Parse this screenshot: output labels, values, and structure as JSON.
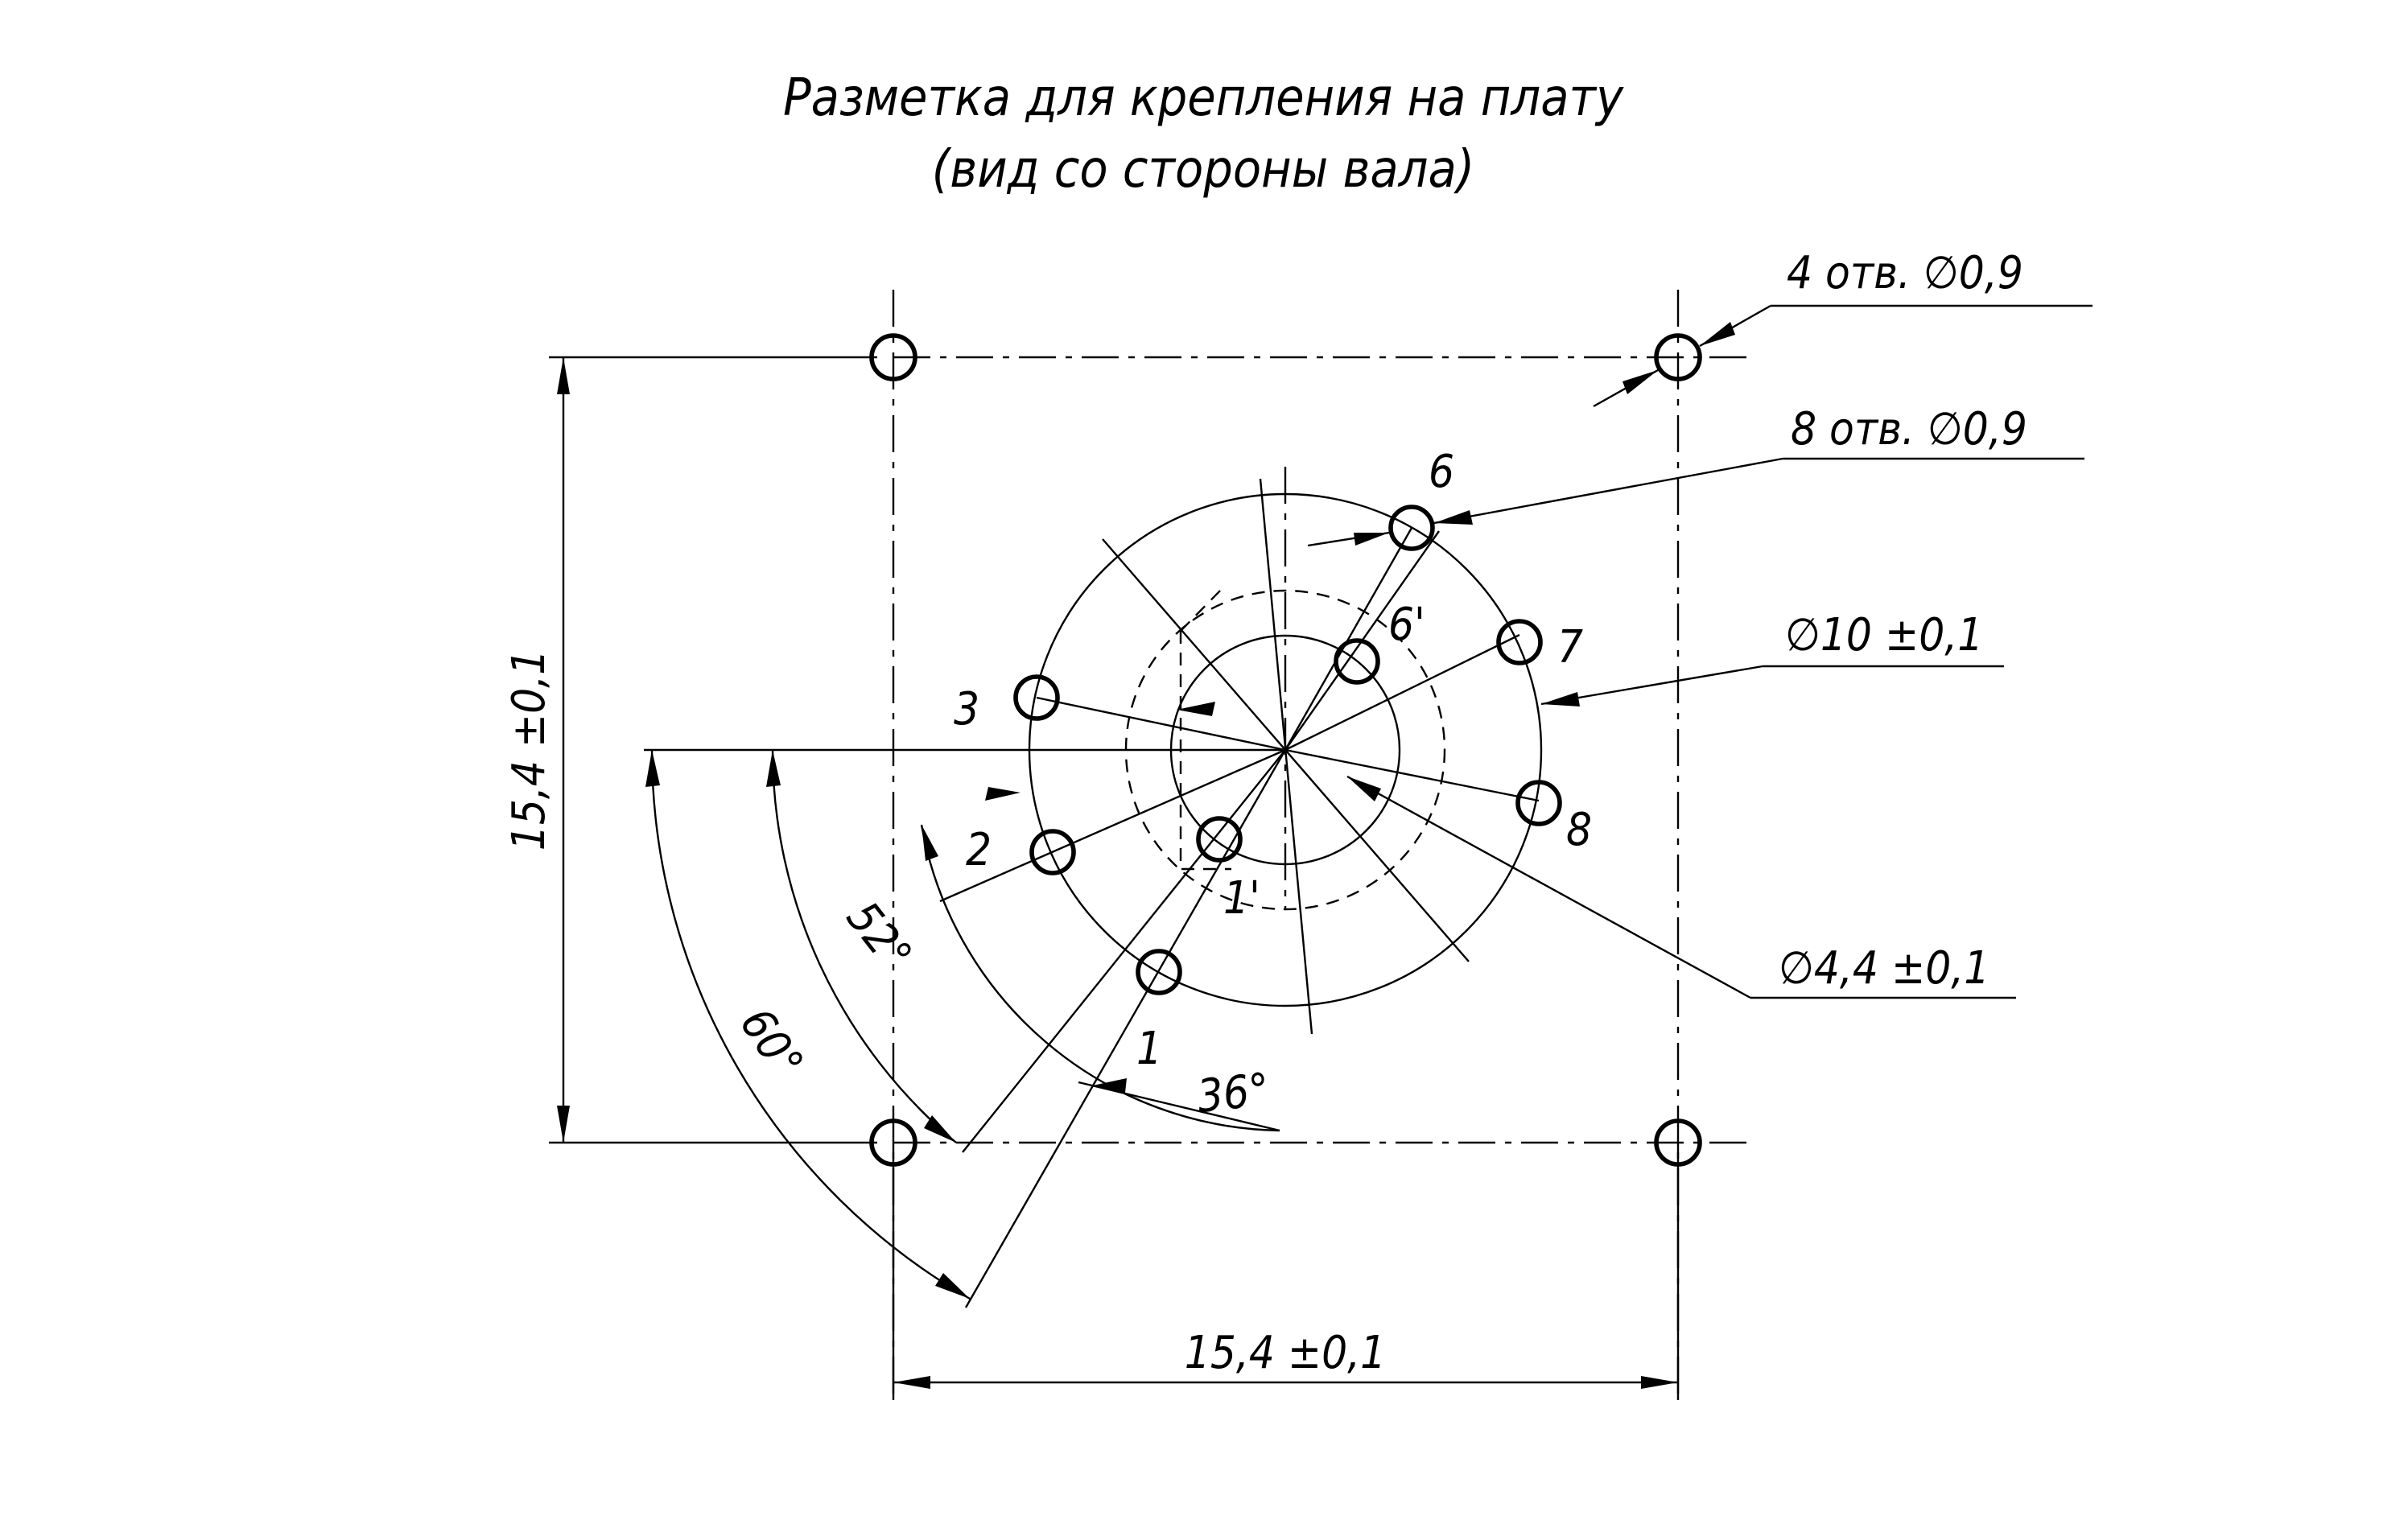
{
  "title": {
    "line1": "Разметка для крепления на плату",
    "line2": "(вид со стороны вала)"
  },
  "callouts": {
    "four_holes": "4 отв. ∅0,9",
    "eight_holes": "8 отв. ∅0,9",
    "dia_10": "∅10 ±0,1",
    "dia_4_4": "∅4,4 ±0,1"
  },
  "dimensions": {
    "width": "15,4 ±0,1",
    "height": "15,4 ±0,1",
    "angle_52": "52°",
    "angle_60": "60°",
    "angle_36": "36°"
  },
  "hole_labels": {
    "h1": "1",
    "h1p": "1'",
    "h2": "2",
    "h3": "3",
    "h6": "6",
    "h6p": "6'",
    "h7": "7",
    "h8": "8"
  },
  "colors": {
    "ink": "#000000",
    "paper": "#ffffff"
  }
}
